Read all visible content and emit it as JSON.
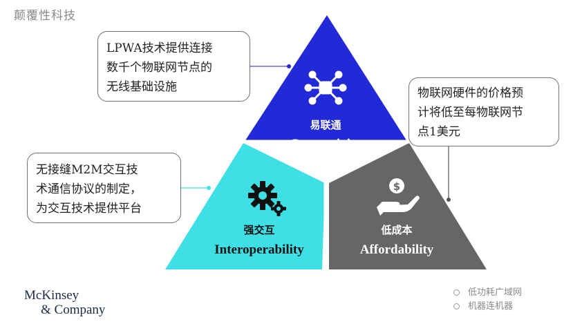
{
  "watermark": "颠覆性科技",
  "colors": {
    "connectivity": "#2229d6",
    "interoperability": "#3ee0e6",
    "affordability": "#666666"
  },
  "segments": {
    "connectivity": {
      "title_zh": "易联通",
      "title_en": "Connectivity",
      "icon": "network-hub-icon"
    },
    "interoperability": {
      "title_zh": "强交互",
      "title_en": "Interoperability",
      "icon": "gears-icon"
    },
    "affordability": {
      "title_zh": "低成本",
      "title_en": "Affordability",
      "icon": "hand-coin-icon"
    }
  },
  "callouts": {
    "connectivity": "LPWA技术提供连接\n数千个物联网节点的\n无线基础设施",
    "interoperability": "无接缝M2M交互技\n术通信协议的制定，\n为交互技术提供平台",
    "affordability": "物联网硬件的价格预\n计将低至每物联网节\n点1美元"
  },
  "logo": {
    "line1": "McKinsey",
    "line2": "& Company"
  },
  "legend": [
    "低功耗广域网",
    "机器连机器"
  ]
}
